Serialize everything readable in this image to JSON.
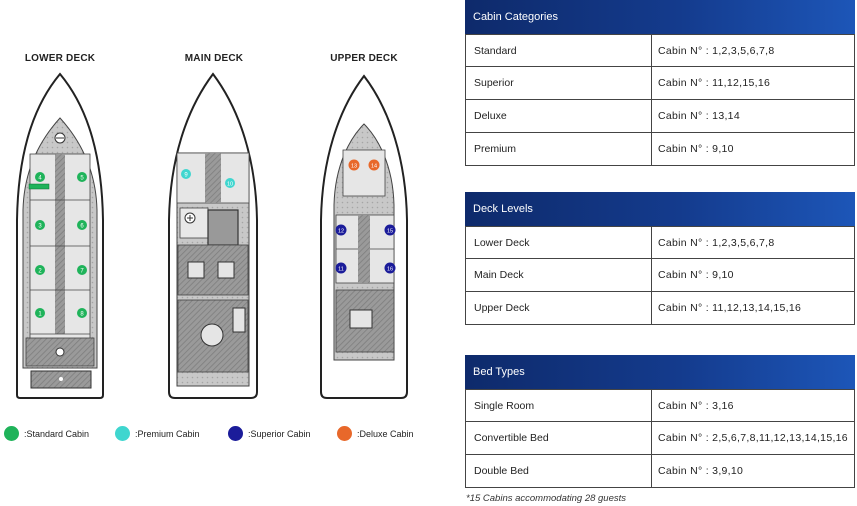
{
  "decks": {
    "lower_title": "LOWER DECK",
    "main_title": "MAIN DECK",
    "upper_title": "UPPER DECK",
    "lower_cabins": [
      "4",
      "5",
      "3",
      "6",
      "2",
      "7",
      "1",
      "8"
    ],
    "main_cabins": [
      "9",
      "10"
    ],
    "upper_cabins": [
      "13",
      "14",
      "12",
      "15",
      "11",
      "16"
    ]
  },
  "legend": {
    "standard": "Standard Cabin",
    "premium": "Premium Cabin",
    "superior": "Superior Cabin",
    "deluxe": "Deluxe Cabin",
    "prefix": ": "
  },
  "colors": {
    "standard": "#1fb35a",
    "premium": "#3fd6cf",
    "superior": "#1b1c9a",
    "deluxe": "#e8682a",
    "table_header": "#143b8d"
  },
  "cabin_categories": {
    "title": "Cabin Categories",
    "rows": [
      {
        "label": "Standard",
        "value": "Cabin N° : 1,2,3,5,6,7,8"
      },
      {
        "label": "Superior",
        "value": "Cabin N° : 11,12,15,16"
      },
      {
        "label": "Deluxe",
        "value": "Cabin N° : 13,14"
      },
      {
        "label": "Premium",
        "value": "Cabin N° : 9,10"
      }
    ]
  },
  "deck_levels": {
    "title": "Deck Levels",
    "rows": [
      {
        "label": "Lower Deck",
        "value": "Cabin N° : 1,2,3,5,6,7,8"
      },
      {
        "label": "Main Deck",
        "value": "Cabin N° : 9,10"
      },
      {
        "label": "Upper Deck",
        "value": "Cabin N° : 11,12,13,14,15,16"
      }
    ]
  },
  "bed_types": {
    "title": "Bed Types",
    "rows": [
      {
        "label": "Single Room",
        "value": "Cabin N° : 3,16"
      },
      {
        "label": "Convertible Bed",
        "value": "Cabin N° : 2,5,6,7,8,11,12,13,14,15,16"
      },
      {
        "label": "Double Bed",
        "value": "Cabin N° : 3,9,10"
      }
    ]
  },
  "footnote": "*15 Cabins accommodating 28 guests"
}
